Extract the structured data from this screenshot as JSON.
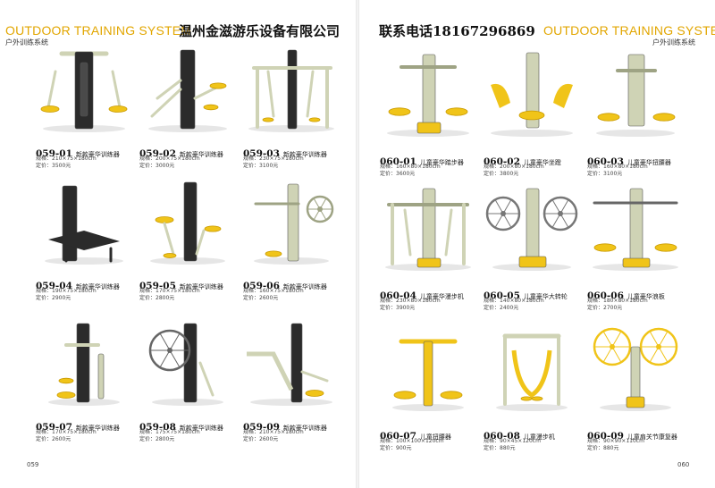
{
  "header": {
    "brand_left": "OUTDOOR TRAINING SYSTEM",
    "sub_left": "户外训练系统",
    "company": "温州金滋游乐设备有限公司",
    "phone": "联系电话18167296869",
    "brand_right": "OUTDOOR TRAINING SYSTEM",
    "sub_right": "户外训练系统"
  },
  "pages": {
    "left_number": "059",
    "right_number": "060"
  },
  "items": [
    {
      "code": "059-01",
      "name": "新款豪华训练器",
      "spec": "规格：210×75×180cm",
      "price": "定价：3500元",
      "icon": "double-arm-press-icon"
    },
    {
      "code": "059-02",
      "name": "新款豪华训练器",
      "spec": "规格：200×75×180cm",
      "price": "定价：3000元",
      "icon": "walker-seat-icon"
    },
    {
      "code": "059-03",
      "name": "新款豪华训练器",
      "spec": "规格：230×75×180cm",
      "price": "定价：3100元",
      "icon": "double-walker-icon"
    },
    {
      "code": "059-04",
      "name": "新款豪华训练器",
      "spec": "规格：190×75×180cm",
      "price": "定价：2900元",
      "icon": "bench-icon"
    },
    {
      "code": "059-05",
      "name": "新款豪华训练器",
      "spec": "规格：170×75×180cm",
      "price": "定价：2800元",
      "icon": "seat-push-icon"
    },
    {
      "code": "059-06",
      "name": "新款豪华训练器",
      "spec": "规格：160×75×180cm",
      "price": "定价：2600元",
      "icon": "wheel-twister-icon"
    },
    {
      "code": "059-07",
      "name": "新款豪华训练器",
      "spec": "规格：170×75×180cm",
      "price": "定价：2600元",
      "icon": "twister-stand-icon"
    },
    {
      "code": "059-08",
      "name": "新款豪华训练器",
      "spec": "规格：175×75×180cm",
      "price": "定价：2800元",
      "icon": "big-wheel-icon"
    },
    {
      "code": "059-09",
      "name": "新款豪华训练器",
      "spec": "规格：210×75×180cm",
      "price": "定价：2600元",
      "icon": "leg-stretch-icon"
    },
    {
      "code": "060-01",
      "name": "儿童豪华踏步器",
      "spec": "规格：160×80×180cm",
      "price": "定价：3600元",
      "icon": "stepper-icon"
    },
    {
      "code": "060-02",
      "name": "儿童豪华坐蹬",
      "spec": "规格：200×80×180cm",
      "price": "定价：3800元",
      "icon": "seat-pedal-icon"
    },
    {
      "code": "060-03",
      "name": "儿童豪华扭腰器",
      "spec": "规格：160×80×180cm",
      "price": "定价：3100元",
      "icon": "waist-twister-icon"
    },
    {
      "code": "060-04",
      "name": "儿童豪华漫步机",
      "spec": "规格：230×80×180cm",
      "price": "定价：3900元",
      "icon": "air-walker-icon"
    },
    {
      "code": "060-05",
      "name": "儿童豪华大转轮",
      "spec": "规格：140×80×180cm",
      "price": "定价：2400元",
      "icon": "twin-wheel-icon"
    },
    {
      "code": "060-06",
      "name": "儿童豪华浪板",
      "spec": "规格：180×80×180cm",
      "price": "定价：2700元",
      "icon": "wave-board-icon"
    },
    {
      "code": "060-07",
      "name": "儿童扭腰器",
      "spec": "规格：100×100×120cm",
      "price": "定价：900元",
      "icon": "small-twister-icon"
    },
    {
      "code": "060-08",
      "name": "儿童漫步机",
      "spec": "规格：90×45×120cm",
      "price": "定价：880元",
      "icon": "small-walker-icon"
    },
    {
      "code": "060-09",
      "name": "儿童肩关节康复器",
      "spec": "规格：90×90×110cm",
      "price": "定价：880元",
      "icon": "shoulder-wheel-icon"
    }
  ]
}
